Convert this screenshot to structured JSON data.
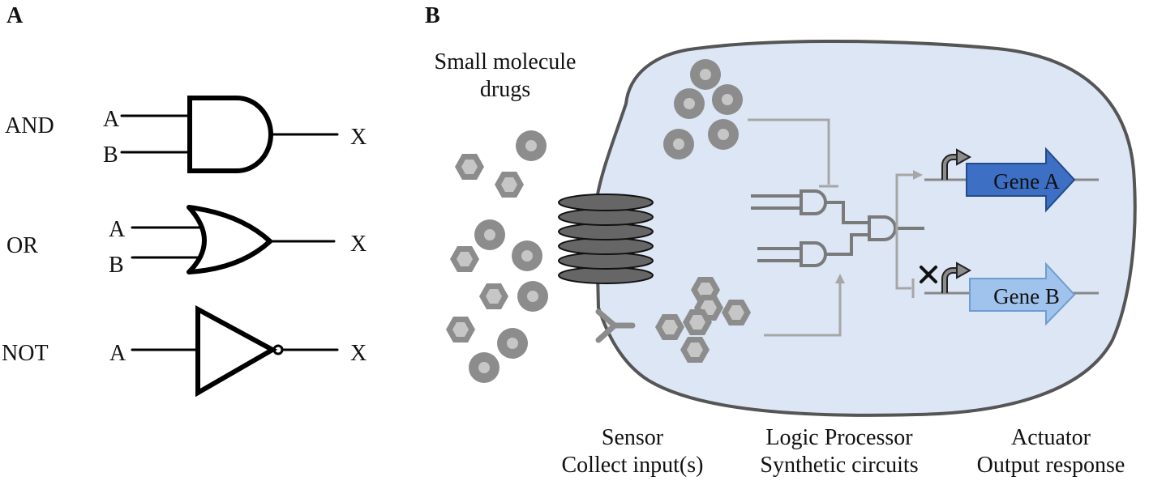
{
  "panel_a": {
    "label": "A",
    "gates": [
      {
        "name": "AND",
        "inputs": [
          "A",
          "B"
        ],
        "output": "X"
      },
      {
        "name": "OR",
        "inputs": [
          "A",
          "B"
        ],
        "output": "X"
      },
      {
        "name": "NOT",
        "inputs": [
          "A"
        ],
        "output": "X"
      }
    ]
  },
  "panel_b": {
    "label": "B",
    "small_molecule_label_line1": "Small molecule",
    "small_molecule_label_line2": "drugs",
    "gene_a": "Gene A",
    "gene_b": "Gene B",
    "colors": {
      "cell_fill": "#dde6f5",
      "cell_stroke": "#555555",
      "gene_a": "#3d6fc4",
      "gene_b": "#9fc3ec",
      "molecule": "#8c8c8c",
      "circuit": "#777777"
    },
    "captions": [
      {
        "line1": "Sensor",
        "line2": "Collect input(s)"
      },
      {
        "line1": "Logic Processor",
        "line2": "Synthetic circuits"
      },
      {
        "line1": "Actuator",
        "line2": "Output response"
      }
    ]
  }
}
